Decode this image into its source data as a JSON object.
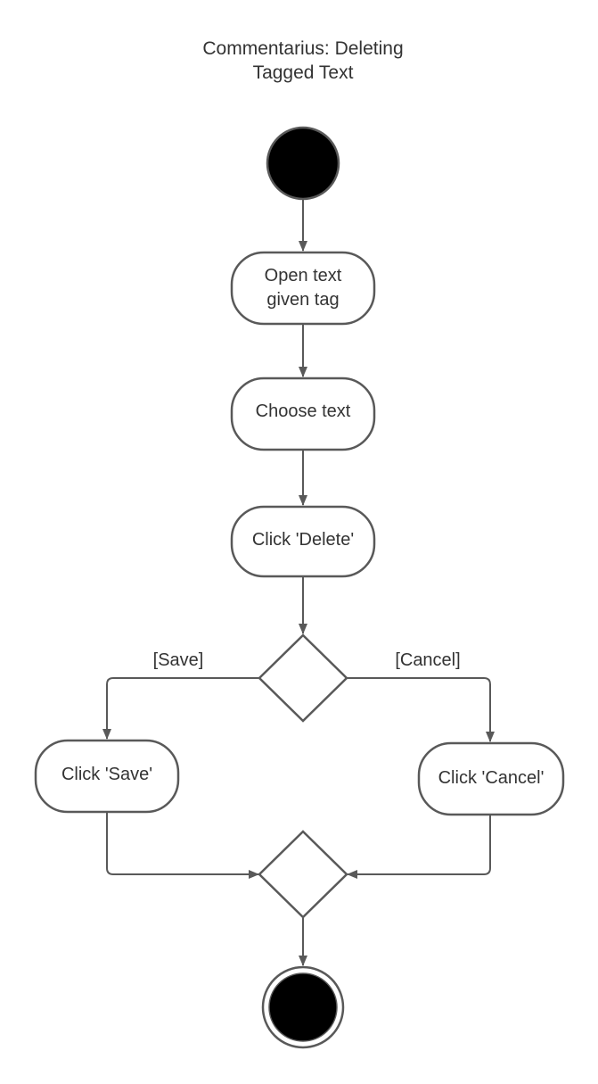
{
  "title": {
    "line1": "Commentarius: Deleting",
    "line2": "Tagged Text"
  },
  "nodes": {
    "open_text": {
      "line1": "Open text",
      "line2": "given tag"
    },
    "choose_text": {
      "label": "Choose text"
    },
    "click_delete": {
      "label": "Click 'Delete'"
    },
    "click_save": {
      "label": "Click 'Save'"
    },
    "click_cancel": {
      "label": "Click 'Cancel'"
    }
  },
  "guards": {
    "save": "[Save]",
    "cancel": "[Cancel]"
  },
  "colors": {
    "stroke": "#595959",
    "text": "#333333",
    "node_fill": "#ffffff",
    "terminal_fill": "#000000"
  }
}
